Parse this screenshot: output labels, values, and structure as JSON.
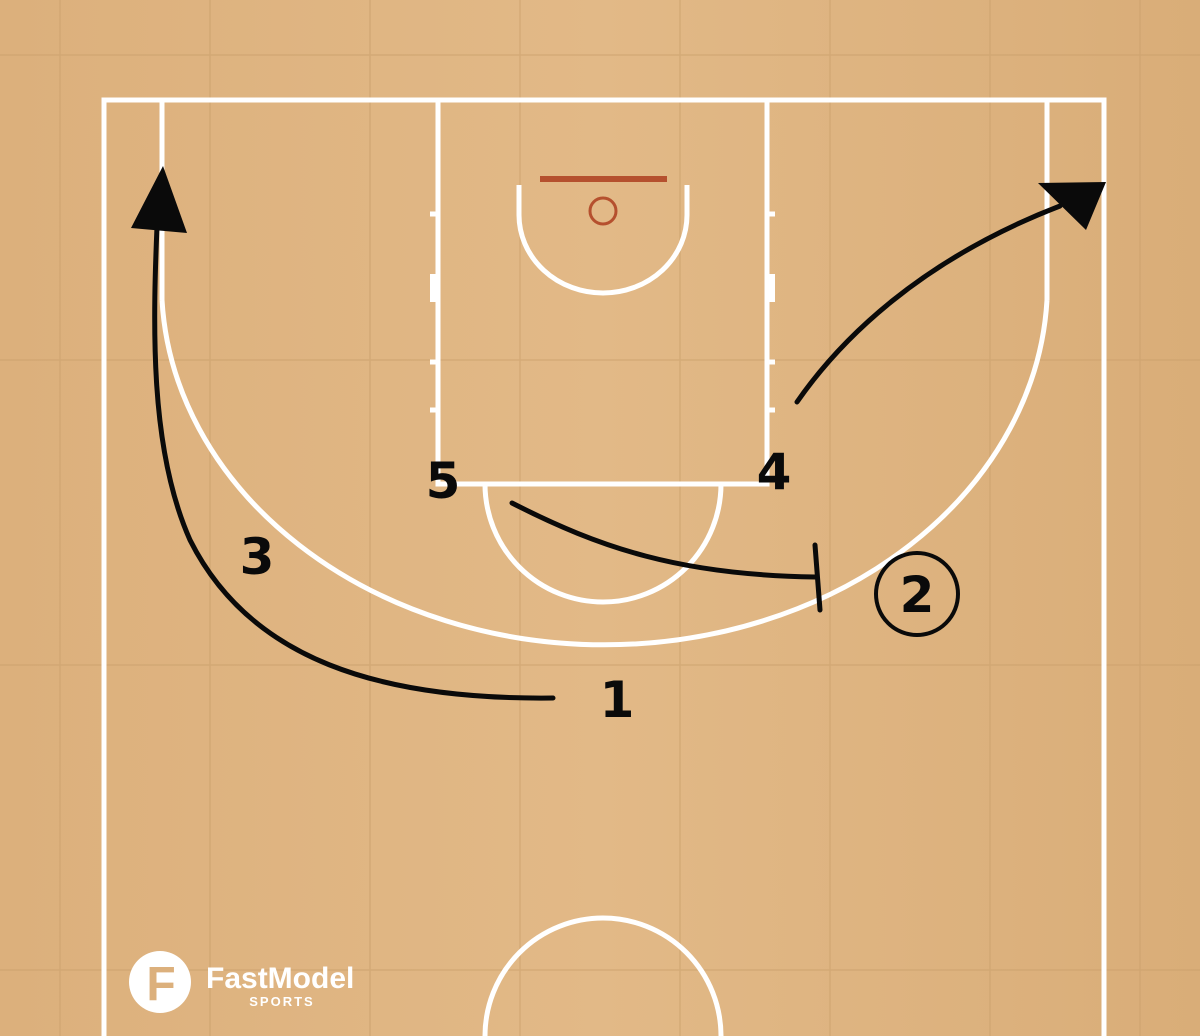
{
  "players": {
    "p1": "1",
    "p2": "2",
    "p3": "3",
    "p4": "4",
    "p5": "5"
  },
  "branding": {
    "logo_letter": "F",
    "name": "FastModel",
    "sub": "SPORTS"
  },
  "colors": {
    "floor": "#dcb07c",
    "lines": "#ffffff",
    "rim": "#b5502e",
    "paths": "#0a0a0a"
  }
}
